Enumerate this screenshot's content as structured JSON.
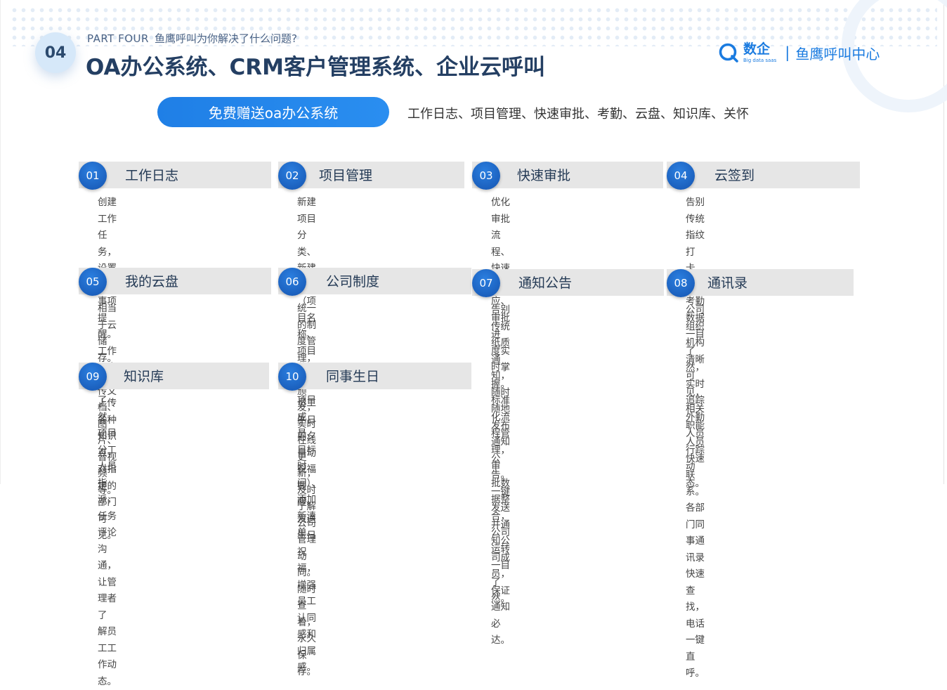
{
  "header": {
    "section_number": "04",
    "part_label": "PART FOUR",
    "question": "鱼鹰呼叫为你解决了什么问题?",
    "title": "OA办公系统、CRM客户管理系统、企业云呼叫"
  },
  "logo": {
    "brand_cn": "数企",
    "brand_en": "Big data saas",
    "separator": "|",
    "center_name": "鱼鹰呼叫中心",
    "color": "#1a7be0"
  },
  "banner": {
    "pill_label": "免费赠送oa办公系统",
    "features_text": "工作日志、项目管理、快速审批、考勤、云盘、知识库、关怀"
  },
  "cards": [
    {
      "num": "01",
      "title": "工作日志",
      "lines": [
        "创建工作任务，设置待办事项提醒。",
        "工作日志一目了然，项目分工人员",
        "指派，任务评论沟通，让管理者了",
        "解员工工作动态。"
      ]
    },
    {
      "num": "02",
      "title": "项目管理",
      "lines": [
        "新建项目分类、新建项目（项目名",
        "称、项目分组、项目成员、目标时",
        "间）、添加新清单。"
      ]
    },
    {
      "num": "03",
      "title": "快速审批",
      "lines": [
        "优化审批流程、快速响应、审批进",
        "度实时掌握。标准化流程管理，审",
        "批数据整合，公司运转一目了然。"
      ]
    },
    {
      "num": "04",
      "title": "云签到",
      "lines": [
        "告别传统指纹打卡，员工考勤数据",
        "一目了然，实时追踪外勤人员行踪",
        "动态。"
      ]
    },
    {
      "num": "05",
      "title": "我的云盘",
      "lines": [
        "相当于云储存。可上传文档、图片、",
        "音视频等。"
      ]
    },
    {
      "num": "06",
      "title": "公司制度",
      "lines": [
        "统一的制度管理，实时颁发，实时",
        "在线更新，及时了解公司管理动向。",
        "随时查看，永久保存。"
      ]
    },
    {
      "num": "07",
      "title": "通知公告",
      "lines": [
        "告别传统纸质通知，随时随地发布",
        "通知公告。一键发送并通知公司成",
        "员，保证通知必达。"
      ]
    },
    {
      "num": "08",
      "title": "通讯录",
      "lines": [
        "公司组织机构清晰可见，相关职能",
        "人员快速联系。各部门同事通讯录",
        "快速查找，电话一键直呼。"
      ]
    },
    {
      "num": "09",
      "title": "知识库",
      "lines": [
        "上传各种知识点，对指定的部门可",
        "见。"
      ]
    },
    {
      "num": "10",
      "title": "同事生日",
      "lines": [
        "员工生日前夕自动祝福提醒，发送",
        "生日祝福，增强员工认同感和归属",
        "感。"
      ]
    }
  ]
}
